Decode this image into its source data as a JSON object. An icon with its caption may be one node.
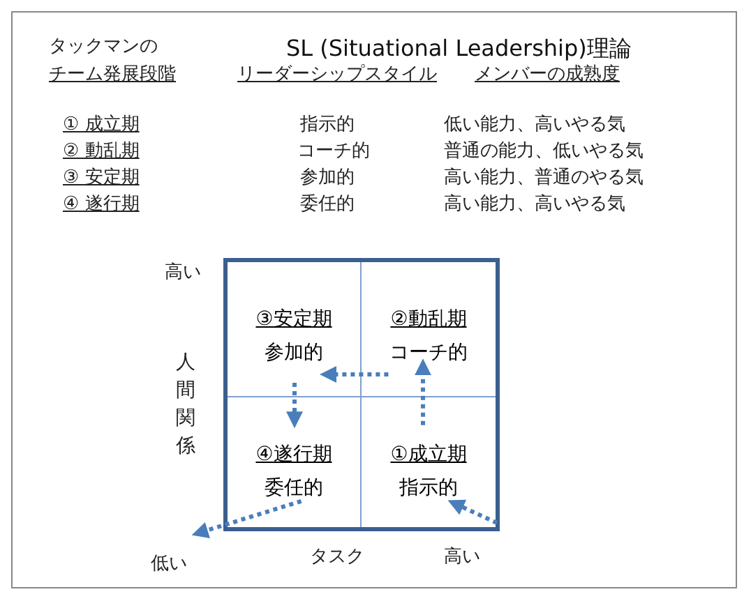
{
  "diagram": {
    "title": "SL (Situational Leadership)理論",
    "nodes": [
      {
        "text": [],
        "shape": "box"
      },
      {
        "text": [
          "③安定期",
          "参加的"
        ],
        "in": 0
      },
      {
        "text": [
          "②動乱期",
          "コーチ的"
        ],
        "in": 0
      },
      {
        "text": [
          "④遂行期",
          "委任的"
        ],
        "in": 0
      },
      {
        "text": [
          "①成立期",
          "指示的"
        ],
        "in": 0
      }
    ],
    "edges": [
      {
        "from": null,
        "to": 4,
        "arrow": "to",
        "style": "dashed"
      },
      {
        "from": 4,
        "to": 2,
        "arrow": "to",
        "style": "dashed"
      },
      {
        "from": 2,
        "to": 1,
        "arrow": "to",
        "style": "dashed"
      },
      {
        "from": 1,
        "to": 3,
        "arrow": "to",
        "style": "dashed"
      },
      {
        "from": 3,
        "to": null,
        "arrow": "to",
        "style": "dashed"
      }
    ],
    "labels": [
      "タックマンの",
      "チーム発展段階",
      "リーダーシップスタイル",
      "メンバーの成熟度",
      "① 成立期",
      "指示的",
      "低い能力、高いやる気",
      "② 動乱期",
      "コーチ的",
      "普通の能力、低いやる気",
      "③ 安定期",
      "参加的",
      "高い能力、普通のやる気",
      "④ 遂行期",
      "委任的",
      "高い能力、高いやる気",
      "高い",
      "人間関係",
      "低い",
      "タスク",
      "高い"
    ]
  }
}
